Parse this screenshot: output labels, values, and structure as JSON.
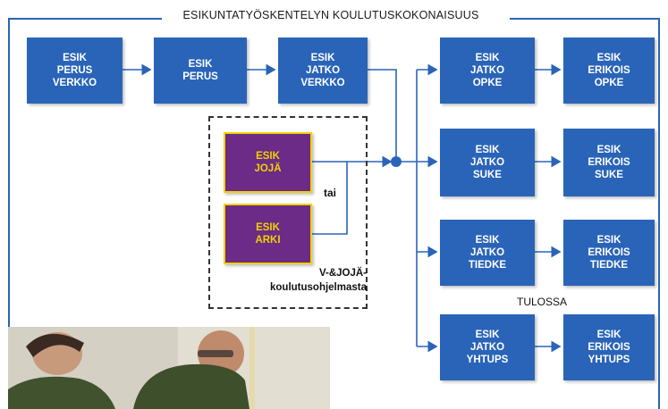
{
  "title": "ESIKUNTATYÖSKENTELYN KOULUTUSKOKONAISUUS",
  "boxes": {
    "perus_verkko": [
      "ESIK",
      "PERUS",
      "VERKKO"
    ],
    "perus": [
      "ESIK",
      "PERUS"
    ],
    "jatko_verkko": [
      "ESIK",
      "JATKO",
      "VERKKO"
    ],
    "joja": [
      "ESIK",
      "JOJÄ"
    ],
    "arki": [
      "ESIK",
      "ARKI"
    ],
    "jatko_opke": [
      "ESIK",
      "JATKO",
      "OPKE"
    ],
    "erikois_opke": [
      "ESIK",
      "ERIKOIS",
      "OPKE"
    ],
    "jatko_suke": [
      "ESIK",
      "JATKO",
      "SUKE"
    ],
    "erikois_suke": [
      "ESIK",
      "ERIKOIS",
      "SUKE"
    ],
    "jatko_tiedke": [
      "ESIK",
      "JATKO",
      "TIEDKE"
    ],
    "erikois_tiedke": [
      "ESIK",
      "ERIKOIS",
      "TIEDKE"
    ],
    "jatko_yhtups": [
      "ESIK",
      "JATKO",
      "YHTUPS"
    ],
    "erikois_yhtups": [
      "ESIK",
      "ERIKOIS",
      "YHTUPS"
    ]
  },
  "tai": "tai",
  "note": [
    "V-&JOJÄ-",
    "koulutusohjelmasta"
  ],
  "tulossa": "TULOSSA",
  "colors": {
    "blue": "#2a64b8",
    "purple": "#6b2b86",
    "yellow": "#f2d100"
  }
}
